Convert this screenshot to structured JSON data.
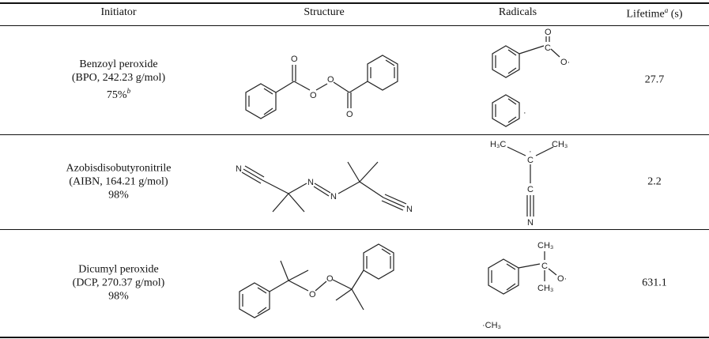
{
  "headers": {
    "initiator": "Initiator",
    "structure": "Structure",
    "radicals": "Radicals",
    "lifetime": "Lifetime",
    "lifetime_sup": "a",
    "lifetime_unit": " (s)"
  },
  "rows": [
    {
      "name": "Benzoyl peroxide",
      "detail": "(BPO, 242.23 g/mol)",
      "purity": "75%",
      "purity_sup": "b",
      "lifetime": "27.7"
    },
    {
      "name": "Azobisdisobutyronitrile",
      "detail": "(AIBN, 164.21 g/mol)",
      "purity": "98%",
      "purity_sup": "",
      "lifetime": "2.2"
    },
    {
      "name": "Dicumyl peroxide",
      "detail": "(DCP, 270.37 g/mol)",
      "purity": "98%",
      "purity_sup": "",
      "lifetime": "631.1"
    }
  ],
  "atoms": {
    "O": "O",
    "O_rad": "O·",
    "N": "N",
    "C": "C",
    "C_rad": "C",
    "H3C": "H₃C",
    "CH3": "CH₃",
    "CH3_rad": "·CH₃",
    "dot": "·"
  }
}
